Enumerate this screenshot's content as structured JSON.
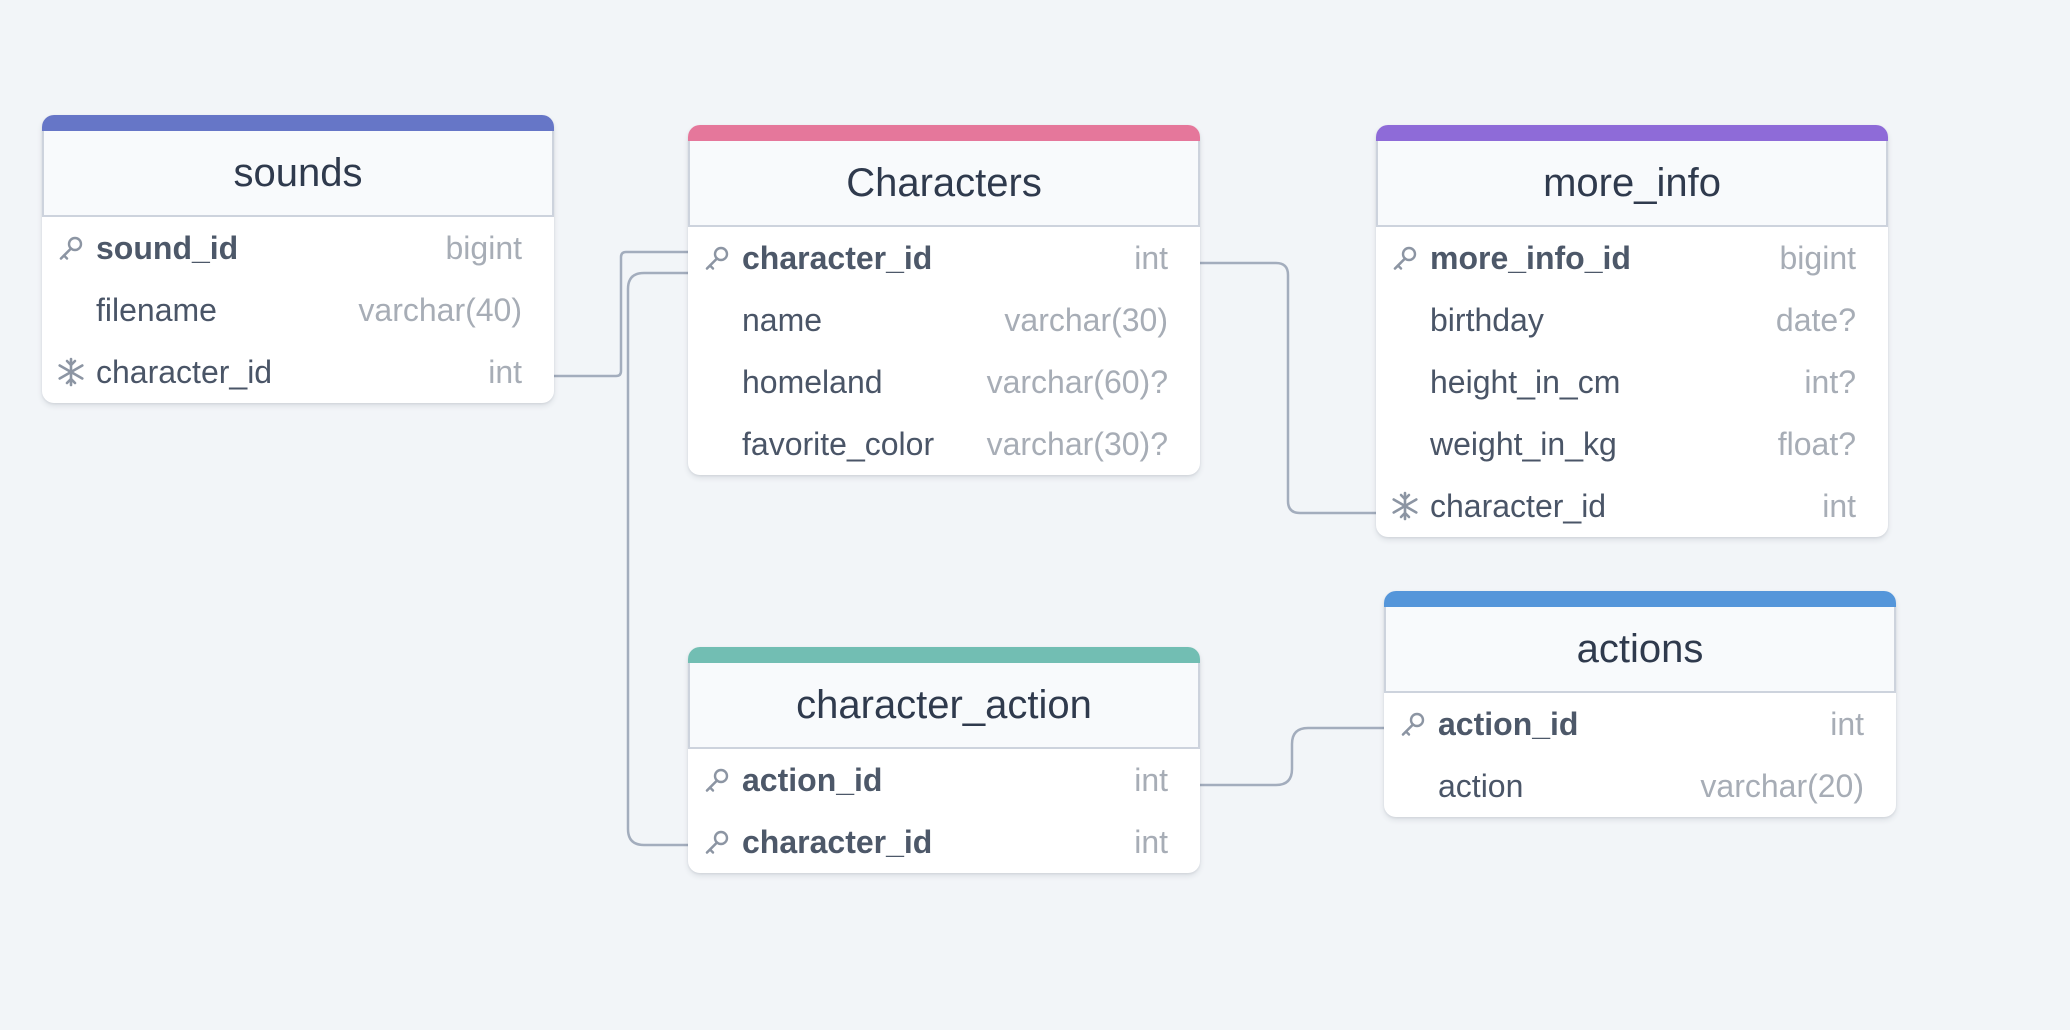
{
  "tables": {
    "sounds": {
      "title": "sounds",
      "color": "#6676c7",
      "fields": [
        {
          "name": "sound_id",
          "type": "bigint",
          "icon": "key-icon"
        },
        {
          "name": "filename",
          "type": "varchar(40)",
          "icon": ""
        },
        {
          "name": "character_id",
          "type": "int",
          "icon": "snowflake-icon"
        }
      ]
    },
    "characters": {
      "title": "Characters",
      "color": "#e5779b",
      "fields": [
        {
          "name": "character_id",
          "type": "int",
          "icon": "key-icon"
        },
        {
          "name": "name",
          "type": "varchar(30)",
          "icon": ""
        },
        {
          "name": "homeland",
          "type": "varchar(60)?",
          "icon": ""
        },
        {
          "name": "favorite_color",
          "type": "varchar(30)?",
          "icon": ""
        }
      ]
    },
    "more_info": {
      "title": "more_info",
      "color": "#8e6bd8",
      "fields": [
        {
          "name": "more_info_id",
          "type": "bigint",
          "icon": "key-icon"
        },
        {
          "name": "birthday",
          "type": "date?",
          "icon": ""
        },
        {
          "name": "height_in_cm",
          "type": "int?",
          "icon": ""
        },
        {
          "name": "weight_in_kg",
          "type": "float?",
          "icon": ""
        },
        {
          "name": "character_id",
          "type": "int",
          "icon": "snowflake-icon"
        }
      ]
    },
    "character_action": {
      "title": "character_action",
      "color": "#72beb3",
      "fields": [
        {
          "name": "action_id",
          "type": "int",
          "icon": "key-icon"
        },
        {
          "name": "character_id",
          "type": "int",
          "icon": "key-icon"
        }
      ]
    },
    "actions": {
      "title": "actions",
      "color": "#5596da",
      "fields": [
        {
          "name": "action_id",
          "type": "int",
          "icon": "key-icon"
        },
        {
          "name": "action",
          "type": "varchar(20)",
          "icon": ""
        }
      ]
    }
  },
  "relationships": [
    {
      "from": "sounds.character_id",
      "to": "Characters.character_id"
    },
    {
      "from": "Characters.character_id",
      "to": "more_info.character_id"
    },
    {
      "from": "Characters.character_id",
      "to": "character_action.character_id"
    },
    {
      "from": "character_action.action_id",
      "to": "actions.action_id"
    }
  ],
  "colors": {
    "connector": "#a3adbd",
    "icon": "#8c95a3"
  }
}
